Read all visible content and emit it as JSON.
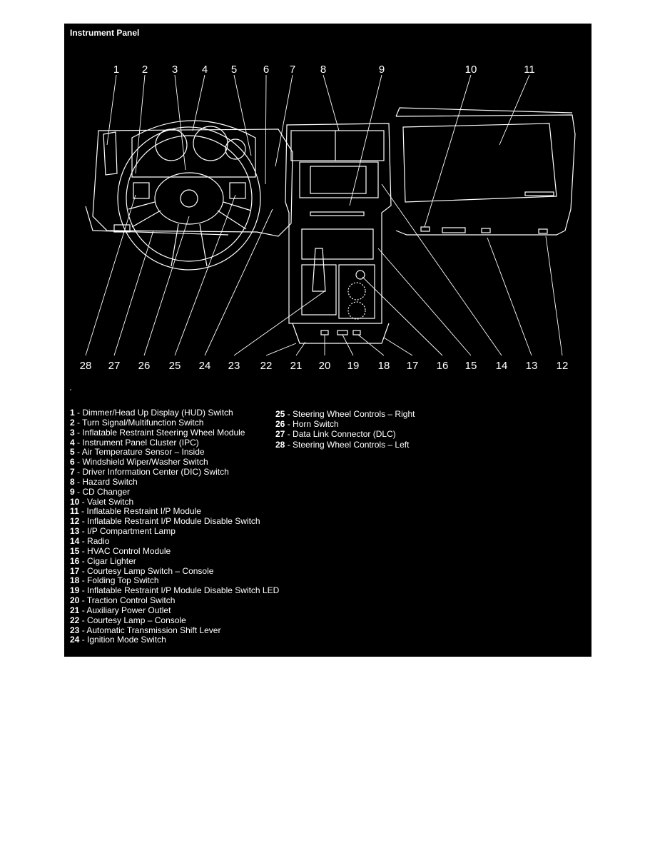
{
  "title": "Instrument Panel",
  "callouts": [
    "1",
    "2",
    "3",
    "4",
    "5",
    "6",
    "7",
    "8",
    "9",
    "10",
    "11",
    "12",
    "13",
    "14",
    "15",
    "16",
    "17",
    "18",
    "19",
    "20",
    "21",
    "22",
    "23",
    "24",
    "25",
    "26",
    "27",
    "28"
  ],
  "legend_left": [
    {
      "num": "1",
      "text": "Dimmer/Head Up Display (HUD) Switch"
    },
    {
      "num": "2",
      "text": "Turn Signal/Multifunction Switch"
    },
    {
      "num": "3",
      "text": "Inflatable Restraint Steering Wheel Module"
    },
    {
      "num": "4",
      "text": "Instrument Panel Cluster (IPC)"
    },
    {
      "num": "5",
      "text": "Air Temperature Sensor – Inside"
    },
    {
      "num": "6",
      "text": "Windshield Wiper/Washer Switch"
    },
    {
      "num": "7",
      "text": "Driver Information Center (DIC) Switch"
    },
    {
      "num": "8",
      "text": "Hazard Switch"
    },
    {
      "num": "9",
      "text": "CD Changer"
    },
    {
      "num": "10",
      "text": "Valet Switch"
    },
    {
      "num": "11",
      "text": "Inflatable Restraint I/P Module"
    },
    {
      "num": "12",
      "text": "Inflatable Restraint I/P Module Disable Switch"
    },
    {
      "num": "13",
      "text": "I/P Compartment Lamp"
    },
    {
      "num": "14",
      "text": "Radio"
    },
    {
      "num": "15",
      "text": "HVAC Control Module"
    },
    {
      "num": "16",
      "text": "Cigar Lighter"
    },
    {
      "num": "17",
      "text": "Courtesy Lamp Switch – Console"
    },
    {
      "num": "18",
      "text": "Folding Top Switch"
    },
    {
      "num": "19",
      "text": "Inflatable Restraint I/P Module Disable Switch LED"
    },
    {
      "num": "20",
      "text": "Traction Control Switch"
    },
    {
      "num": "21",
      "text": "Auxiliary Power Outlet"
    },
    {
      "num": "22",
      "text": "Courtesy Lamp – Console"
    },
    {
      "num": "23",
      "text": "Automatic Transmission Shift Lever"
    },
    {
      "num": "24",
      "text": "Ignition Mode Switch"
    }
  ],
  "legend_right": [
    {
      "num": "25",
      "text": "Steering Wheel Controls – Right"
    },
    {
      "num": "26",
      "text": "Horn Switch"
    },
    {
      "num": "27",
      "text": "Data Link Connector (DLC)"
    },
    {
      "num": "28",
      "text": "Steering Wheel Controls – Left"
    }
  ]
}
